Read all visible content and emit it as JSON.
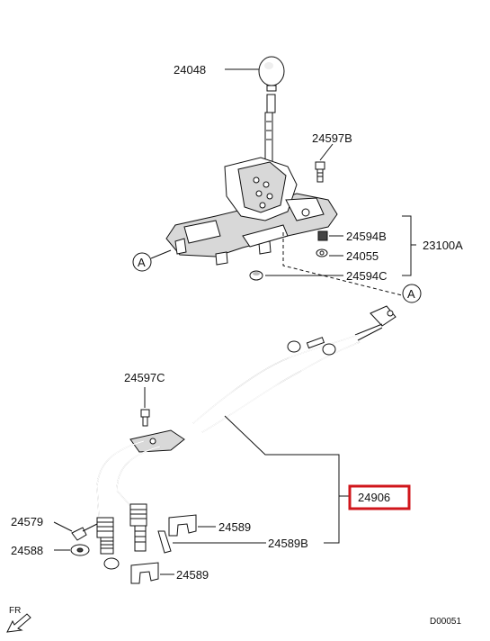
{
  "labels": {
    "p24048": "24048",
    "p24597b": "24597B",
    "p24594b": "24594B",
    "p24055": "24055",
    "p24594c": "24594C",
    "p23100a": "23100A",
    "ref_a": "A",
    "p24597c": "24597C",
    "p24906": "24906",
    "p24579": "24579",
    "p24588": "24588",
    "p24589_top": "24589",
    "p24589b": "24589B",
    "p24589_bottom": "24589",
    "fr": "FR",
    "code": "D00051"
  },
  "colors": {
    "highlight": "#d0161b",
    "line": "#111111",
    "body_grey": "#d8d8d8"
  }
}
